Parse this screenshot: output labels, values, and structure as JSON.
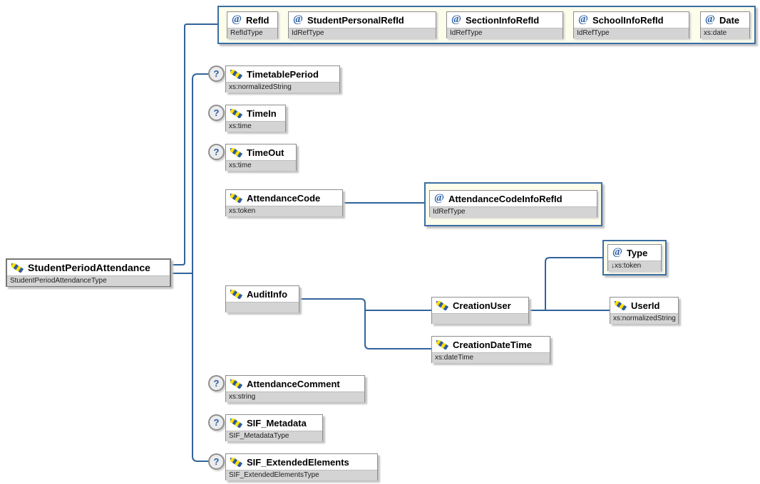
{
  "icons": {
    "attribute_marker": "@",
    "optional_marker": "?",
    "element_icon": "diagonal-blue-yellow-ribbon"
  },
  "colors": {
    "connector": "#31639b",
    "container_fill": "#fdfdec",
    "container_border": "#3a6ea5",
    "box_border": "#8e8e8e",
    "type_strip": "#d4d4d4",
    "icon_blue": "#2e5b9d",
    "icon_yellow": "#ffdf00",
    "attribute_marker_color": "#2b5fa6"
  },
  "root": {
    "name": "StudentPeriodAttendance",
    "type": "StudentPeriodAttendanceType"
  },
  "attribute_group": {
    "attributes": [
      {
        "name": "RefId",
        "type": "RefIdType"
      },
      {
        "name": "StudentPersonalRefId",
        "type": "IdRefType"
      },
      {
        "name": "SectionInfoRefId",
        "type": "IdRefType"
      },
      {
        "name": "SchoolInfoRefId",
        "type": "IdRefType"
      },
      {
        "name": "Date",
        "type": "xs:date"
      }
    ]
  },
  "elements": {
    "timetable_period": {
      "name": "TimetablePeriod",
      "type": "xs:normalizedString",
      "optional": "?"
    },
    "time_in": {
      "name": "TimeIn",
      "type": "xs:time",
      "optional": "?"
    },
    "time_out": {
      "name": "TimeOut",
      "type": "xs:time",
      "optional": "?"
    },
    "attendance_code": {
      "name": "AttendanceCode",
      "type": "xs:token"
    },
    "attendance_code_info_refid": {
      "name": "AttendanceCodeInfoRefId",
      "type": "IdRefType"
    },
    "audit_info": {
      "name": "AuditInfo",
      "type": ""
    },
    "creation_user": {
      "name": "CreationUser",
      "type": ""
    },
    "type_attribute": {
      "name": "Type",
      "type": "↓xs:token"
    },
    "user_id": {
      "name": "UserId",
      "type": "xs:normalizedString"
    },
    "creation_date_time": {
      "name": "CreationDateTime",
      "type": "xs:dateTime"
    },
    "attendance_comment": {
      "name": "AttendanceComment",
      "type": "xs:string",
      "optional": "?"
    },
    "sif_metadata": {
      "name": "SIF_Metadata",
      "type": "SIF_MetadataType",
      "optional": "?"
    },
    "sif_extended_elements": {
      "name": "SIF_ExtendedElements",
      "type": "SIF_ExtendedElementsType",
      "optional": "?"
    }
  }
}
